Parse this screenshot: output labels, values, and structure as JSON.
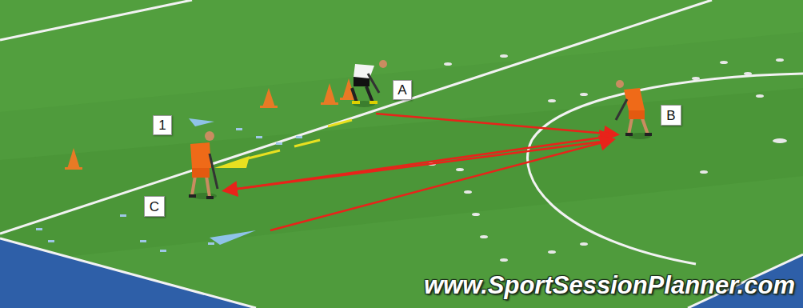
{
  "diagram": {
    "nodes": [
      {
        "text": [
          "1"
        ]
      },
      {
        "text": [
          "A"
        ]
      },
      {
        "text": [
          "B"
        ]
      },
      {
        "text": [
          "C"
        ]
      }
    ],
    "labels": [
      "www.SportSessionPlanner.com"
    ]
  }
}
